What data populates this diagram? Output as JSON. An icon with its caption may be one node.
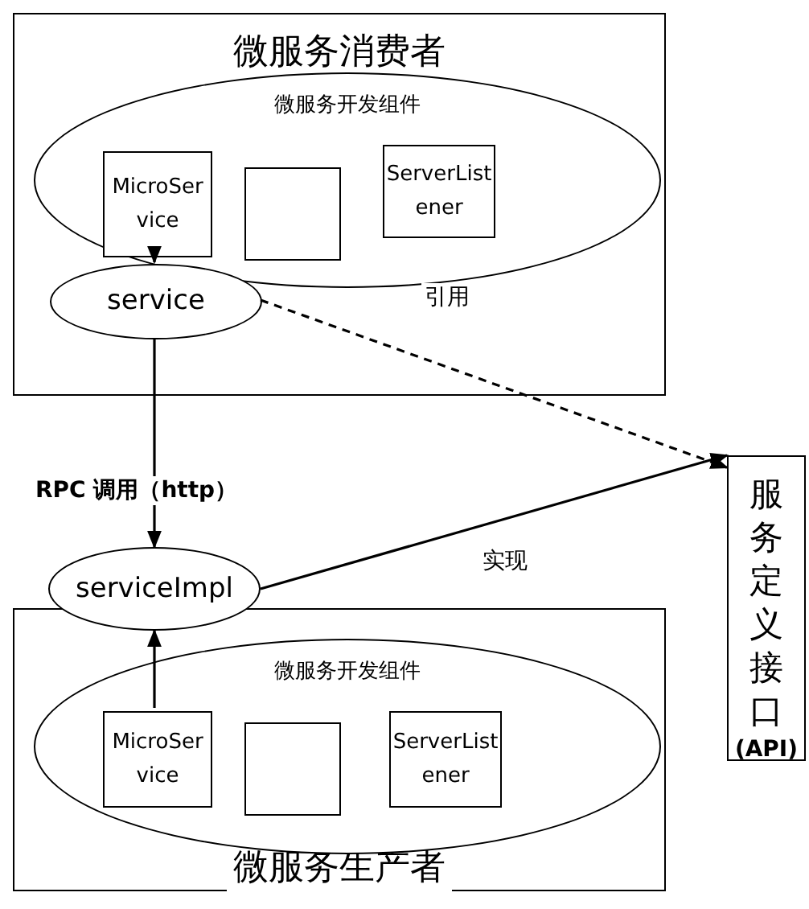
{
  "diagram": {
    "nodes": [
      {
        "text": [
          "微服务消费者"
        ]
      },
      {
        "text": [
          "微服务开发组件"
        ],
        "in": 0
      },
      {
        "text": [
          "MicroSer vice"
        ],
        "in": 1
      },
      {
        "text": [],
        "shape": "box",
        "in": 1
      },
      {
        "text": [
          "ServerList ener"
        ],
        "in": 1
      },
      {
        "text": [
          "service"
        ],
        "in": 0
      },
      {
        "text": [
          "微服务生产者"
        ]
      },
      {
        "text": [
          "serviceImpl"
        ]
      },
      {
        "text": [
          "微服务开发组件"
        ],
        "in": 6
      },
      {
        "text": [
          "MicroSer vice"
        ],
        "in": 8
      },
      {
        "text": [],
        "shape": "box",
        "in": 8
      },
      {
        "text": [
          "ServerList ener"
        ],
        "in": 8
      },
      {
        "text": [
          "服务定义接口",
          "(API)"
        ]
      }
    ],
    "edges": [
      {
        "from": 2,
        "to": 5,
        "arrow": "to"
      },
      {
        "from": 5,
        "to": 12,
        "arrow": "to",
        "style": "dashed",
        "label": "引用"
      },
      {
        "from": 5,
        "to": 7,
        "arrow": "to",
        "label": "RPC 调用（http）"
      },
      {
        "from": 9,
        "to": 7,
        "arrow": "to"
      },
      {
        "from": 7,
        "to": 12,
        "arrow": "to",
        "label": "实现"
      }
    ]
  }
}
